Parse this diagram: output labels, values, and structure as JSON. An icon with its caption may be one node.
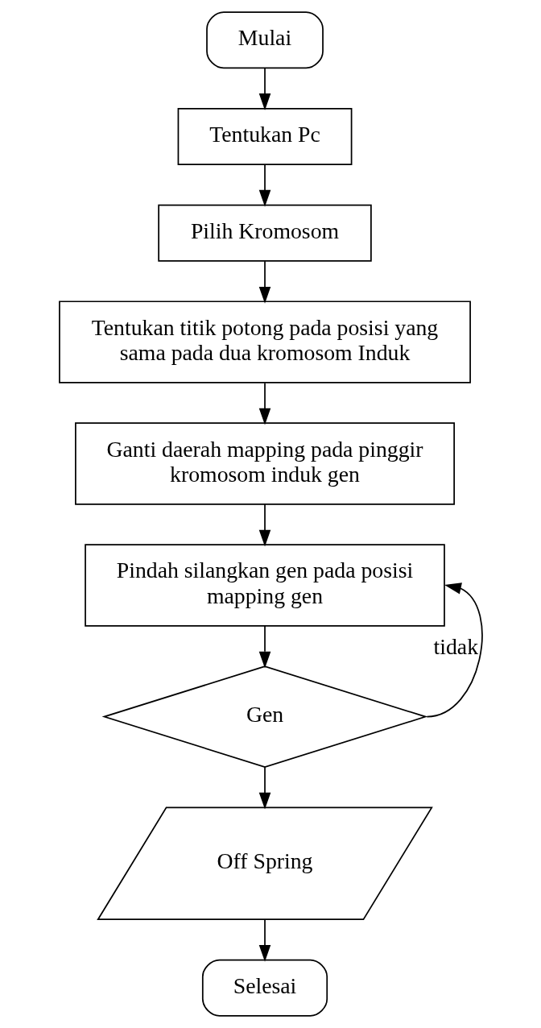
{
  "diagram": {
    "nodes": [
      {
        "text": [
          "Mulai"
        ]
      },
      {
        "text": [
          "Tentukan Pc"
        ]
      },
      {
        "text": [
          "Pilih Kromosom"
        ]
      },
      {
        "text": [
          "Tentukan titik potong pada posisi yang sama pada dua kromosom Induk"
        ]
      },
      {
        "text": [
          "Ganti daerah mapping pada pinggir kromosom induk gen"
        ]
      },
      {
        "text": [
          "Pindah silangkan gen pada posisi mapping gen"
        ]
      },
      {
        "text": [
          "Gen"
        ]
      },
      {
        "text": [
          "Off Spring"
        ]
      },
      {
        "text": [
          "Selesai"
        ]
      }
    ],
    "edges": [
      {
        "from": 0,
        "to": 1,
        "arrow": "to"
      },
      {
        "from": 1,
        "to": 2,
        "arrow": "to"
      },
      {
        "from": 2,
        "to": 3,
        "arrow": "to"
      },
      {
        "from": 3,
        "to": 4,
        "arrow": "to"
      },
      {
        "from": 4,
        "to": 5,
        "arrow": "to"
      },
      {
        "from": 5,
        "to": 6,
        "arrow": "to"
      },
      {
        "from": 6,
        "to": 7,
        "arrow": "to"
      },
      {
        "from": 7,
        "to": 8,
        "arrow": "to"
      },
      {
        "from": 6,
        "to": 5,
        "arrow": "to",
        "label": "tidak"
      }
    ]
  }
}
